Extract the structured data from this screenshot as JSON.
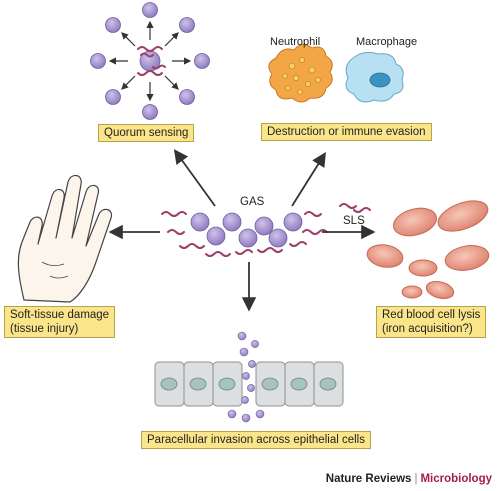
{
  "labels": {
    "quorum": "Quorum sensing",
    "destruction": "Destruction or immune evasion",
    "neutrophil": "Neutrophil",
    "macrophage": "Macrophage",
    "gas": "GAS",
    "sls": "SLS",
    "soft_tissue_line1": "Soft-tissue damage",
    "soft_tissue_line2": "(tissue injury)",
    "rbc_line1": "Red blood cell lysis",
    "rbc_line2": "(iron acquisition?)",
    "paracellular": "Paracellular invasion across epithelial cells"
  },
  "credit": {
    "journal": "Nature Reviews",
    "separator": "|",
    "section": "Microbiology"
  },
  "colors": {
    "bacterium": "#a896d0",
    "bacterium_stroke": "#6f5fa0",
    "sls_peptide": "#9c3f6a",
    "label_fill": "#fbe58a",
    "neutrophil": "#f0a040",
    "macrophage": "#b9dff0",
    "rbc": "#ea9a86",
    "epithelium": "#d9dcdc",
    "nucleus": "#9fb7b2",
    "arrow": "#333333",
    "credit_accent": "#a3204b"
  }
}
